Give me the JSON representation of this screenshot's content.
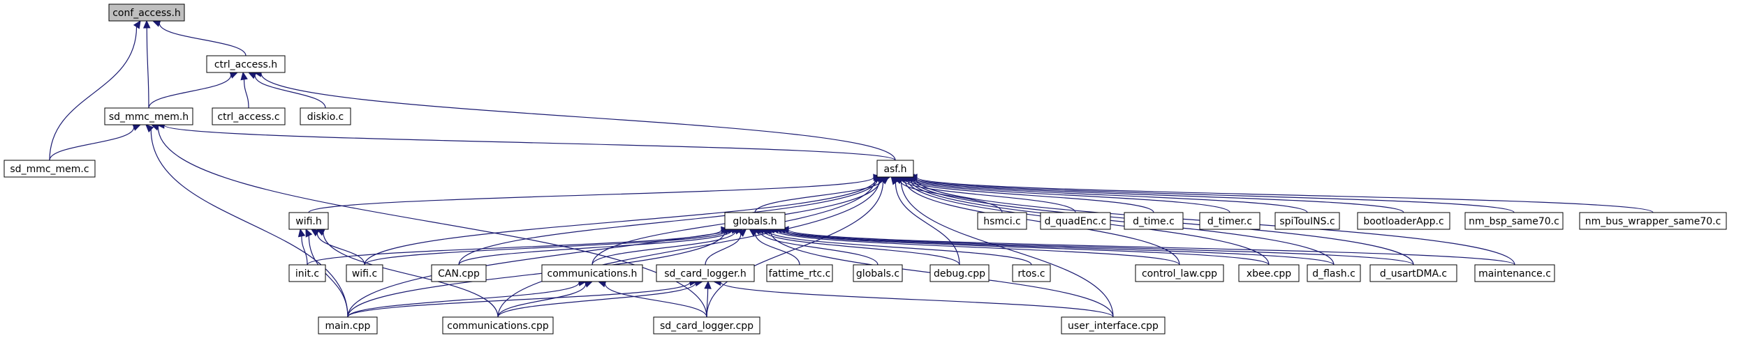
{
  "diagram": {
    "type": "include-dependency-graph",
    "colors": {
      "edge": "#191970",
      "highlight_fill": "#bfbfbf",
      "node_fill": "#ffffff",
      "border": "#000000"
    },
    "highlighted": "conf_access",
    "nodes": [
      {
        "id": "conf_access",
        "label": "conf_access.h"
      },
      {
        "id": "ctrl_access_h",
        "label": "ctrl_access.h"
      },
      {
        "id": "sd_mmc_mem_h",
        "label": "sd_mmc_mem.h"
      },
      {
        "id": "ctrl_access_c",
        "label": "ctrl_access.c"
      },
      {
        "id": "diskio_c",
        "label": "diskio.c"
      },
      {
        "id": "sd_mmc_mem_c",
        "label": "sd_mmc_mem.c"
      },
      {
        "id": "asf_h",
        "label": "asf.h"
      },
      {
        "id": "wifi_h",
        "label": "wifi.h"
      },
      {
        "id": "globals_h",
        "label": "globals.h"
      },
      {
        "id": "hsmci_c",
        "label": "hsmci.c"
      },
      {
        "id": "d_quadEnc_c",
        "label": "d_quadEnc.c"
      },
      {
        "id": "d_time_c",
        "label": "d_time.c"
      },
      {
        "id": "d_timer_c",
        "label": "d_timer.c"
      },
      {
        "id": "spiToulNS_c",
        "label": "spiTouINS.c"
      },
      {
        "id": "bootloaderApp_c",
        "label": "bootloaderApp.c"
      },
      {
        "id": "nm_bsp_same70_c",
        "label": "nm_bsp_same70.c"
      },
      {
        "id": "nm_bus_wrapper_same70_c",
        "label": "nm_bus_wrapper_same70.c"
      },
      {
        "id": "init_c",
        "label": "init.c"
      },
      {
        "id": "wifi_c",
        "label": "wifi.c"
      },
      {
        "id": "CAN_cpp",
        "label": "CAN.cpp"
      },
      {
        "id": "communications_h",
        "label": "communications.h"
      },
      {
        "id": "sd_card_logger_h",
        "label": "sd_card_logger.h"
      },
      {
        "id": "fattime_rtc_c",
        "label": "fattime_rtc.c"
      },
      {
        "id": "globals_c",
        "label": "globals.c"
      },
      {
        "id": "debug_cpp",
        "label": "debug.cpp"
      },
      {
        "id": "rtos_c",
        "label": "rtos.c"
      },
      {
        "id": "control_law_cpp",
        "label": "control_law.cpp"
      },
      {
        "id": "xbee_cpp",
        "label": "xbee.cpp"
      },
      {
        "id": "d_flash_c",
        "label": "d_flash.c"
      },
      {
        "id": "d_usartDMA_c",
        "label": "d_usartDMA.c"
      },
      {
        "id": "maintenance_c",
        "label": "maintenance.c"
      },
      {
        "id": "main_cpp",
        "label": "main.cpp"
      },
      {
        "id": "communications_cpp",
        "label": "communications.cpp"
      },
      {
        "id": "sd_card_logger_cpp",
        "label": "sd_card_logger.cpp"
      },
      {
        "id": "user_interface_cpp",
        "label": "user_interface.cpp"
      }
    ],
    "edges": [
      {
        "from": "ctrl_access_h",
        "to": "conf_access"
      },
      {
        "from": "sd_mmc_mem_h",
        "to": "conf_access"
      },
      {
        "from": "sd_mmc_mem_c",
        "to": "conf_access"
      },
      {
        "from": "sd_mmc_mem_h",
        "to": "ctrl_access_h"
      },
      {
        "from": "ctrl_access_c",
        "to": "ctrl_access_h"
      },
      {
        "from": "diskio_c",
        "to": "ctrl_access_h"
      },
      {
        "from": "asf_h",
        "to": "ctrl_access_h"
      },
      {
        "from": "sd_mmc_mem_c",
        "to": "sd_mmc_mem_h"
      },
      {
        "from": "asf_h",
        "to": "sd_mmc_mem_h"
      },
      {
        "from": "main_cpp",
        "to": "sd_mmc_mem_h"
      },
      {
        "from": "sd_card_logger_cpp",
        "to": "sd_mmc_mem_h"
      },
      {
        "from": "wifi_h",
        "to": "asf_h"
      },
      {
        "from": "globals_h",
        "to": "asf_h"
      },
      {
        "from": "hsmci_c",
        "to": "asf_h"
      },
      {
        "from": "d_quadEnc_c",
        "to": "asf_h"
      },
      {
        "from": "d_time_c",
        "to": "asf_h"
      },
      {
        "from": "d_timer_c",
        "to": "asf_h"
      },
      {
        "from": "spiToulNS_c",
        "to": "asf_h"
      },
      {
        "from": "bootloaderApp_c",
        "to": "asf_h"
      },
      {
        "from": "nm_bsp_same70_c",
        "to": "asf_h"
      },
      {
        "from": "nm_bus_wrapper_same70_c",
        "to": "asf_h"
      },
      {
        "from": "wifi_c",
        "to": "asf_h"
      },
      {
        "from": "CAN_cpp",
        "to": "asf_h"
      },
      {
        "from": "communications_h",
        "to": "asf_h"
      },
      {
        "from": "debug_cpp",
        "to": "asf_h"
      },
      {
        "from": "control_law_cpp",
        "to": "asf_h"
      },
      {
        "from": "xbee_cpp",
        "to": "asf_h"
      },
      {
        "from": "d_flash_c",
        "to": "asf_h"
      },
      {
        "from": "d_usartDMA_c",
        "to": "asf_h"
      },
      {
        "from": "maintenance_c",
        "to": "asf_h"
      },
      {
        "from": "main_cpp",
        "to": "asf_h"
      },
      {
        "from": "communications_cpp",
        "to": "asf_h"
      },
      {
        "from": "sd_card_logger_cpp",
        "to": "asf_h"
      },
      {
        "from": "user_interface_cpp",
        "to": "asf_h"
      },
      {
        "from": "init_c",
        "to": "wifi_h"
      },
      {
        "from": "wifi_c",
        "to": "wifi_h"
      },
      {
        "from": "main_cpp",
        "to": "wifi_h"
      },
      {
        "from": "communications_cpp",
        "to": "wifi_h"
      },
      {
        "from": "init_c",
        "to": "globals_h"
      },
      {
        "from": "wifi_c",
        "to": "globals_h"
      },
      {
        "from": "CAN_cpp",
        "to": "globals_h"
      },
      {
        "from": "communications_h",
        "to": "globals_h"
      },
      {
        "from": "sd_card_logger_h",
        "to": "globals_h"
      },
      {
        "from": "fattime_rtc_c",
        "to": "globals_h"
      },
      {
        "from": "globals_c",
        "to": "globals_h"
      },
      {
        "from": "debug_cpp",
        "to": "globals_h"
      },
      {
        "from": "rtos_c",
        "to": "globals_h"
      },
      {
        "from": "control_law_cpp",
        "to": "globals_h"
      },
      {
        "from": "xbee_cpp",
        "to": "globals_h"
      },
      {
        "from": "d_flash_c",
        "to": "globals_h"
      },
      {
        "from": "d_usartDMA_c",
        "to": "globals_h"
      },
      {
        "from": "maintenance_c",
        "to": "globals_h"
      },
      {
        "from": "main_cpp",
        "to": "globals_h"
      },
      {
        "from": "user_interface_cpp",
        "to": "globals_h"
      },
      {
        "from": "main_cpp",
        "to": "communications_h"
      },
      {
        "from": "communications_cpp",
        "to": "communications_h"
      },
      {
        "from": "sd_card_logger_cpp",
        "to": "communications_h"
      },
      {
        "from": "main_cpp",
        "to": "sd_card_logger_h"
      },
      {
        "from": "communications_cpp",
        "to": "sd_card_logger_h"
      },
      {
        "from": "sd_card_logger_cpp",
        "to": "sd_card_logger_h"
      },
      {
        "from": "user_interface_cpp",
        "to": "sd_card_logger_h"
      }
    ]
  }
}
